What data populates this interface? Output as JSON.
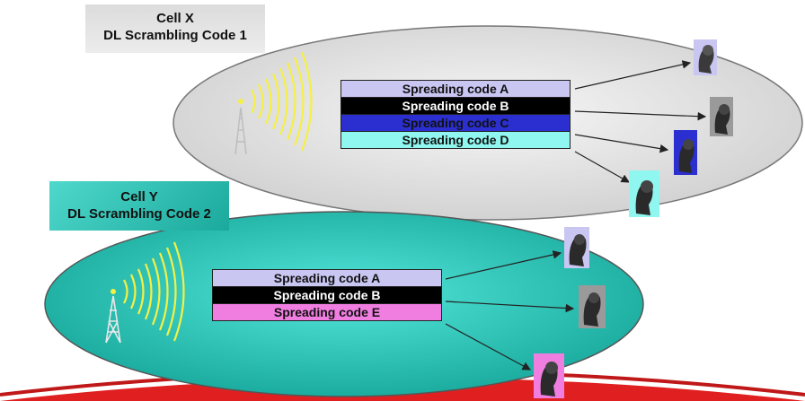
{
  "cells": [
    {
      "line1": "Cell X",
      "line2": "DL Scrambling Code 1",
      "codes": [
        "Spreading code A",
        "Spreading code B",
        "Spreading code C",
        "Spreading code D"
      ]
    },
    {
      "line1": "Cell Y",
      "line2": "DL Scrambling Code 2",
      "codes": [
        "Spreading code A",
        "Spreading code B",
        "Spreading code E"
      ]
    }
  ],
  "colors": {
    "cell_x_fill": "#e6e6e6",
    "cell_y_fill": "#2bc7bb",
    "signal_waves": "#f5f045",
    "code_a": "#c9c6f2",
    "code_b": "#000000",
    "code_c": "#2b2fcf",
    "code_d": "#8ff7ef",
    "code_e": "#f07ee0",
    "bottom_arc": "#e02020"
  },
  "icons": [
    "antenna-tower-icon",
    "signal-waves-icon",
    "mobile-user-icon"
  ]
}
